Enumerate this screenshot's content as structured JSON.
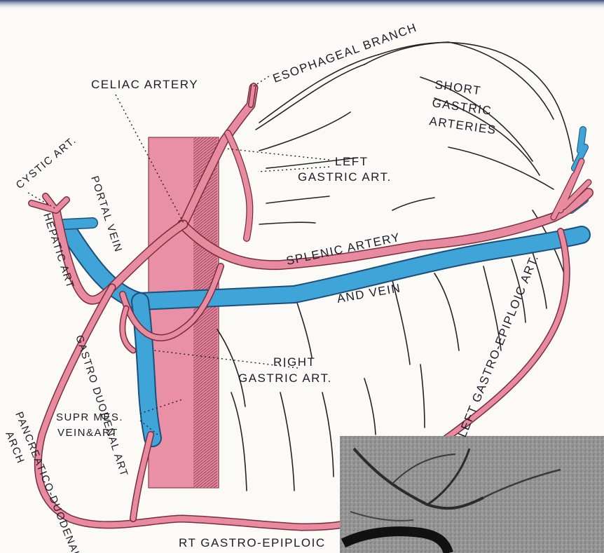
{
  "diagram": {
    "labels": {
      "esophageal_branch": "ESOPHAGEAL BRANCH",
      "celiac_artery": "CELIAC ARTERY",
      "short_gastric_1": "SHORT",
      "short_gastric_2": "GASTRIC",
      "short_gastric_3": "ARTERIES",
      "cystic_art": "CYSTIC ART.",
      "left_gastric_1": "LEFT",
      "left_gastric_2": "GASTRIC ART.",
      "portal_vein": "PORTAL VEIN",
      "hepatic_art": "HEPATIC ART",
      "splenic_artery": "SPLENIC ARTERY",
      "and_vein": "AND VEIN",
      "gastro_duodenal_art": "GASTRO DUODENAL ART",
      "right_gastric_1": "RIGHT",
      "right_gastric_2": "GASTRIC ART.",
      "left_gastro_epiploic": "LEFT GASTRO-EPIPLOIC ART.",
      "sup_mes_1": "SUPR MES.",
      "sup_mes_2": "VEIN&ART",
      "pancreatico_1": "PANCREATICO-DUODENAL",
      "pancreatico_2": "ARCH",
      "rt_gastro_epiploic": "RT GASTRO-EPIPLOIC"
    },
    "colors": {
      "artery": "#e88aa0",
      "vein": "#3fa4d8",
      "aorta": "#e98fa6",
      "background": "#fbfaf7"
    },
    "inset": "angiogram-photo"
  }
}
